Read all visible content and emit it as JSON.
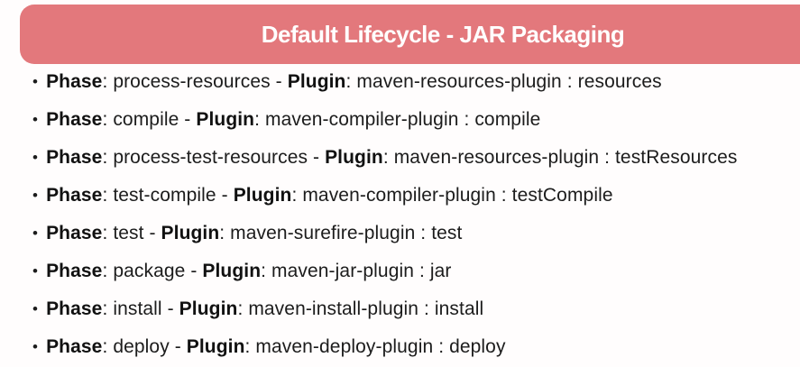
{
  "slide": {
    "header": {
      "title": "Default Lifecycle - JAR Packaging"
    },
    "colors": {
      "header_background": "#e3787c",
      "header_text": "#ffffff",
      "body_text": "#1c1c1c",
      "page_background": "#fffdfd"
    },
    "list": {
      "bullet": "•",
      "phase_label": "Phase",
      "plugin_label": "Plugin",
      "label_separator": ": ",
      "phase_plugin_separator": " - ",
      "goal_separator": " : ",
      "items": [
        {
          "phase": "process-resources",
          "plugin": "maven-resources-plugin",
          "goal": "resources"
        },
        {
          "phase": "compile",
          "plugin": "maven-compiler-plugin",
          "goal": "compile"
        },
        {
          "phase": "process-test-resources",
          "plugin": "maven-resources-plugin",
          "goal": "testResources"
        },
        {
          "phase": "test-compile",
          "plugin": "maven-compiler-plugin",
          "goal": "testCompile"
        },
        {
          "phase": "test",
          "plugin": "maven-surefire-plugin",
          "goal": "test"
        },
        {
          "phase": "package",
          "plugin": "maven-jar-plugin",
          "goal": "jar"
        },
        {
          "phase": "install",
          "plugin": "maven-install-plugin",
          "goal": "install"
        },
        {
          "phase": "deploy",
          "plugin": "maven-deploy-plugin",
          "goal": "deploy"
        }
      ]
    }
  }
}
